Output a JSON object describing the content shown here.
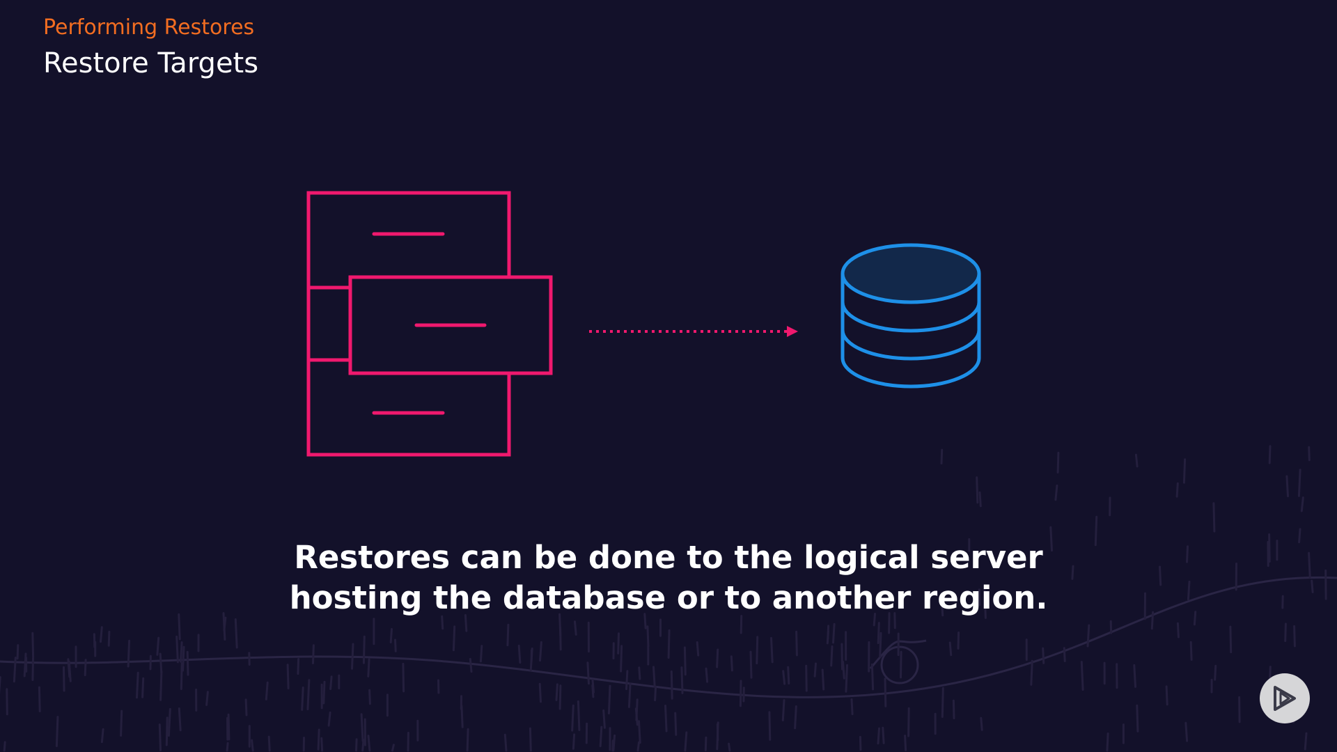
{
  "header": {
    "eyebrow": "Performing Restores",
    "title": "Restore Targets"
  },
  "diagram": {
    "source_icon": "logical-server-icon",
    "connector": "dotted-arrow",
    "target_icon": "database-icon",
    "colors": {
      "source": "#f0196e",
      "connector": "#f0196e",
      "target": "#1e90e8",
      "target_fill": "#12284a"
    }
  },
  "caption": {
    "line1": "Restores can be done to the logical server",
    "line2": "hosting the database or to another region."
  },
  "brand": {
    "icon": "play-logo-icon"
  },
  "colors": {
    "background": "#13112a",
    "eyebrow": "#f26d21",
    "text": "#ffffff"
  }
}
